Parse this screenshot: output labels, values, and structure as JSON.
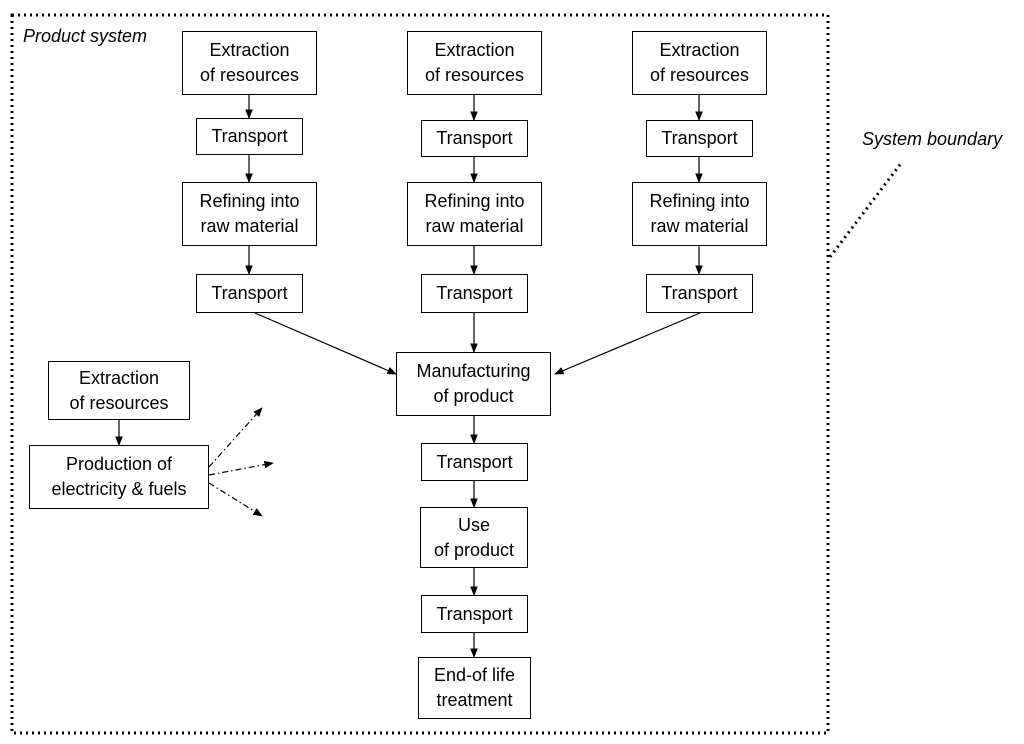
{
  "labels": {
    "product_system": "Product system",
    "system_boundary": "System boundary"
  },
  "boxes": {
    "c1_extraction": "Extraction\nof resources",
    "c1_transport1": "Transport",
    "c1_refining": "Refining into\nraw material",
    "c1_transport2": "Transport",
    "c2_extraction": "Extraction\nof resources",
    "c2_transport1": "Transport",
    "c2_refining": "Refining into\nraw material",
    "c2_transport2": "Transport",
    "c3_extraction": "Extraction\nof resources",
    "c3_transport1": "Transport",
    "c3_refining": "Refining into\nraw material",
    "c3_transport2": "Transport",
    "manufacturing": "Manufacturing\nof product",
    "transport_after_manufacturing": "Transport",
    "use": "Use\nof product",
    "transport_after_use": "Transport",
    "end_of_life": "End-of life\ntreatment",
    "energy_extraction": "Extraction\nof resources",
    "energy_production": "Production of\nelectricity & fuels"
  }
}
